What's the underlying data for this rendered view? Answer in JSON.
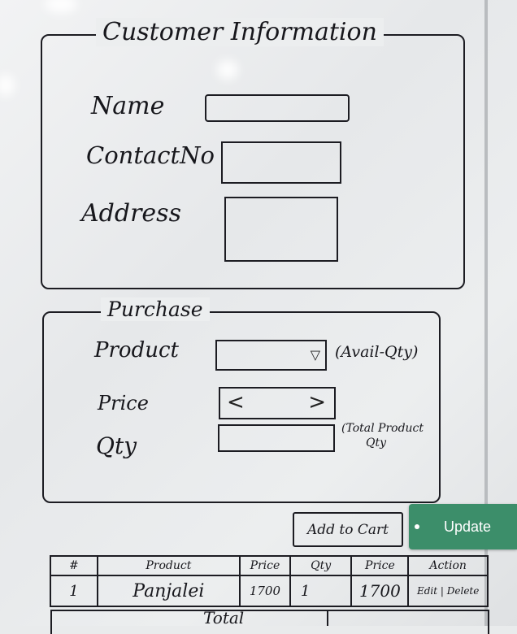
{
  "customer": {
    "legend": "Customer Information",
    "name_label": "Name",
    "contact_label": "ContactNo",
    "address_label": "Address"
  },
  "purchase": {
    "legend": "Purchase",
    "product_label": "Product",
    "dropdown_arrow": "▽",
    "avail_note": "(Avail-Qty)",
    "price_label": "Price",
    "price_left_arrow": "<",
    "price_right_arrow": ">",
    "qty_label": "Qty",
    "total_note_line1": "(Total Product",
    "total_note_line2": "Qty"
  },
  "actions": {
    "add_to_cart": "Add to Cart",
    "update": "Update"
  },
  "cart_table": {
    "headers": [
      "#",
      "Product",
      "Price",
      "Qty",
      "Price",
      "Action"
    ],
    "rows": [
      [
        "1",
        "Panjalei",
        "1700",
        "1",
        "1700",
        "Edit | Delete"
      ]
    ]
  },
  "footer": {
    "total_label": "Total"
  },
  "icons": [
    "dropdown-arrow-icon",
    "chevron-left-icon",
    "chevron-right-icon"
  ],
  "colors": {
    "update_chip": "#3c8e6a",
    "ink": "#1c1c22",
    "board": "#eceeef"
  }
}
